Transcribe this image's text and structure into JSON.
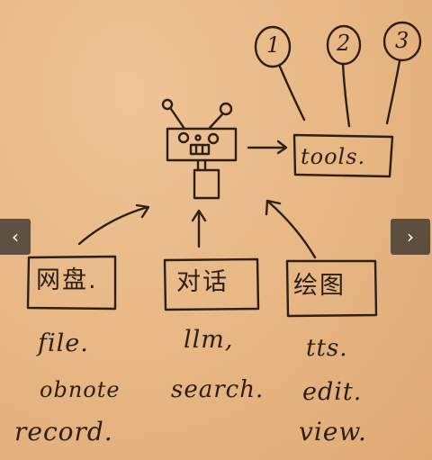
{
  "nav": {
    "prev_icon": "chevron-left-icon",
    "next_icon": "chevron-right-icon",
    "prev_glyph": "‹",
    "next_glyph": "›"
  },
  "sketch": {
    "numbers": [
      "1",
      "2",
      "3"
    ],
    "tools_label": "tools.",
    "modules": [
      {
        "label": "网盘.",
        "items": [
          "file.",
          "obnote",
          "record."
        ]
      },
      {
        "label": "对话",
        "items": [
          "llm,",
          "search."
        ]
      },
      {
        "label": "绘图",
        "items": [
          "tts.",
          "edit.",
          "view."
        ]
      }
    ]
  },
  "colors": {
    "paper": "#e8b887",
    "ink": "#2a2019"
  }
}
